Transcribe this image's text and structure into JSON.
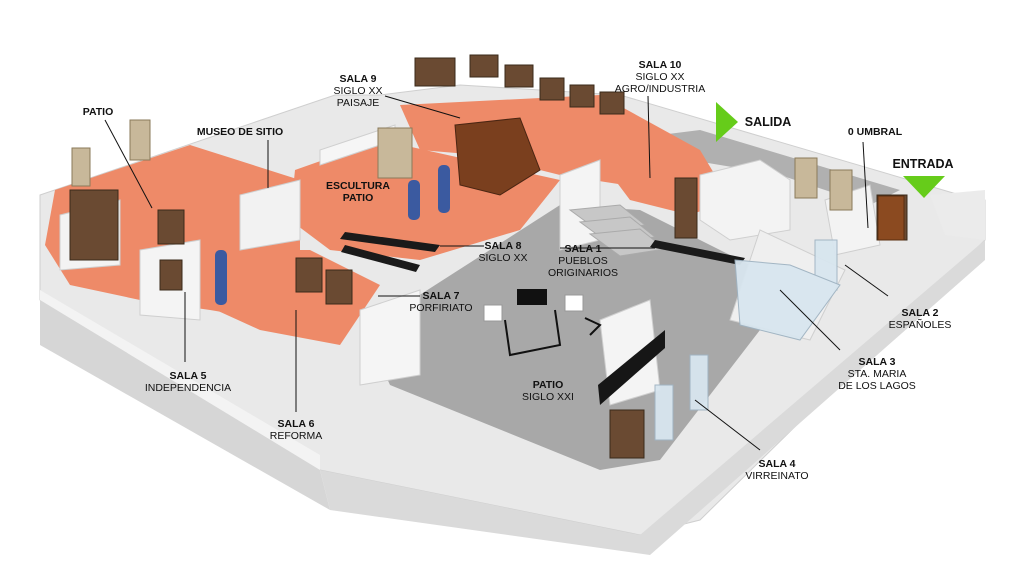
{
  "colors": {
    "floor_orange": "#ee8a68",
    "floor_gray": "#a9a9a9",
    "wall_white": "#f2f2f2",
    "wall_side": "#d4d4d4",
    "arrow_green": "#66cc1a",
    "label_text": "#111111"
  },
  "rooms": [
    {
      "id": "patio-top",
      "title": "PATIO",
      "lines": []
    },
    {
      "id": "museo-de-sitio",
      "title": "MUSEO DE SITIO",
      "lines": []
    },
    {
      "id": "sala-9",
      "title": "SALA 9",
      "lines": [
        "SIGLO XX",
        "PAISAJE"
      ]
    },
    {
      "id": "sala-10",
      "title": "SALA 10",
      "lines": [
        "SIGLO XX",
        "AGRO/INDUSTRIA"
      ]
    },
    {
      "id": "salida",
      "title": "SALIDA",
      "lines": []
    },
    {
      "id": "umbral",
      "title": "0 UMBRAL",
      "lines": []
    },
    {
      "id": "entrada",
      "title": "ENTRADA",
      "lines": []
    },
    {
      "id": "escultura-patio",
      "title": "ESCULTURA",
      "lines": [
        "PATIO"
      ]
    },
    {
      "id": "sala-8",
      "title": "SALA 8",
      "lines": [
        "SIGLO XX"
      ]
    },
    {
      "id": "sala-1",
      "title": "SALA 1",
      "lines": [
        "PUEBLOS",
        "ORIGINARIOS"
      ]
    },
    {
      "id": "sala-7",
      "title": "SALA 7",
      "lines": [
        "PORFIRIATO"
      ]
    },
    {
      "id": "sala-2",
      "title": "SALA 2",
      "lines": [
        "ESPAÑOLES"
      ]
    },
    {
      "id": "sala-3",
      "title": "SALA 3",
      "lines": [
        "STA. MARIA",
        "DE LOS LAGOS"
      ]
    },
    {
      "id": "patio-siglo-xxi",
      "title": "PATIO",
      "lines": [
        "SIGLO XXI"
      ]
    },
    {
      "id": "sala-5",
      "title": "SALA 5",
      "lines": [
        "INDEPENDENCIA"
      ]
    },
    {
      "id": "sala-6",
      "title": "SALA 6",
      "lines": [
        "REFORMA"
      ]
    },
    {
      "id": "sala-4",
      "title": "SALA 4",
      "lines": [
        "VIRREINATO"
      ]
    }
  ]
}
